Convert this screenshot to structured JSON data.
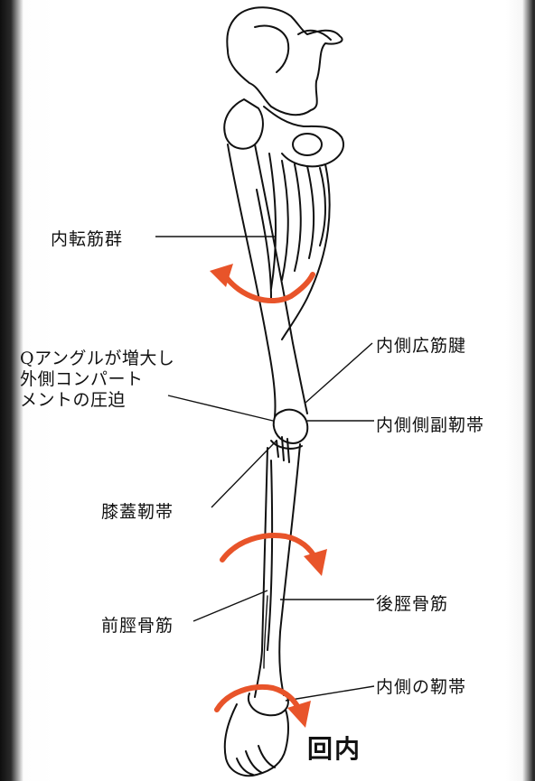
{
  "labels": {
    "adductors": "内転筋群",
    "q_angle_line1": "Qアングルが増大し",
    "q_angle_line2": "外側コンパート",
    "q_angle_line3": "メントの圧迫",
    "vastus_medialis_tendon": "内側広筋腱",
    "medial_collateral_ligament": "内側側副靭帯",
    "patellar_ligament": "膝蓋靭帯",
    "tibialis_posterior": "後脛骨筋",
    "tibialis_anterior": "前脛骨筋",
    "medial_ligament": "内側の靭帯",
    "pronation": "回内"
  },
  "colors": {
    "arrow": "#e8542a",
    "ink": "#111111",
    "background": "#ffffff"
  }
}
